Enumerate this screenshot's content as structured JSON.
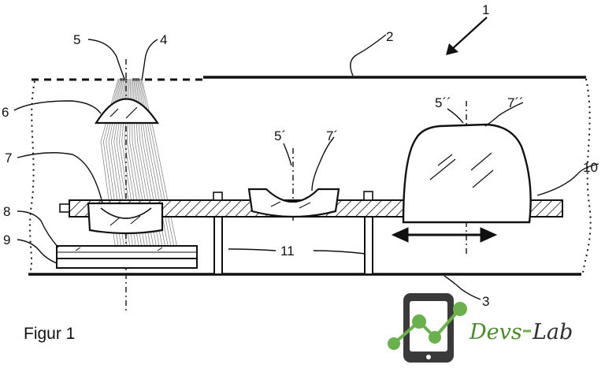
{
  "figure": {
    "caption": "Figur 1",
    "reference_numerals": {
      "n1": "1",
      "n2": "2",
      "n3": "3",
      "n4": "4",
      "n5": "5",
      "n6": "6",
      "n7": "7",
      "n8": "8",
      "n9": "9",
      "n10": "10",
      "n11": "11",
      "n5p": "5´",
      "n7p": "7´",
      "n5pp": "5´´",
      "n7pp": "7´´"
    }
  },
  "watermark": {
    "brand_left": "Devs",
    "brand_right": "Lab",
    "icon": "phone-molecule-icon",
    "colors": {
      "phone": "#3a3a3a",
      "accent": "#6ab04c",
      "brand_left": "#4a8a2c",
      "brand_right": "#2f2f2f"
    }
  },
  "colors": {
    "line": "#111111",
    "rays": "#8a8a8a"
  }
}
